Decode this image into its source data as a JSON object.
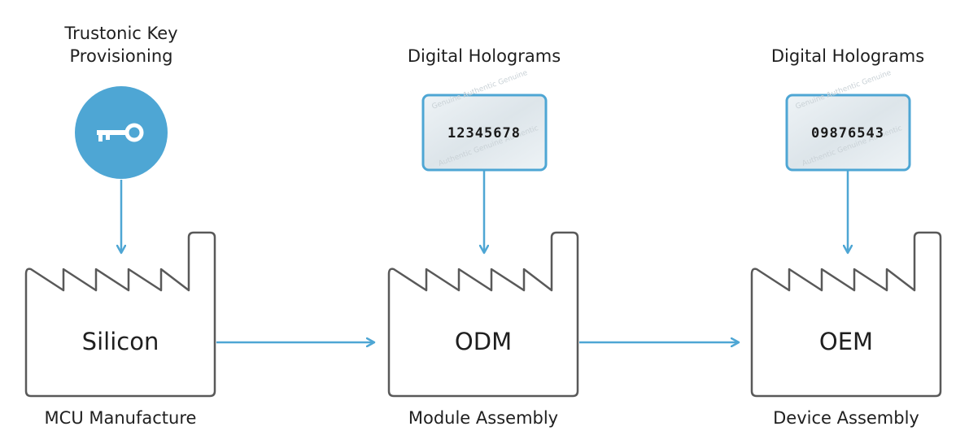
{
  "source": {
    "top_label_line1": "Trustonic Key",
    "top_label_line2": "Provisioning",
    "icon": "key-icon"
  },
  "stages": [
    {
      "name": "Silicon",
      "caption": "MCU Manufacture"
    },
    {
      "name": "ODM",
      "caption": "Module Assembly",
      "top_label": "Digital Holograms",
      "hologram_number": "12345678"
    },
    {
      "name": "OEM",
      "caption": "Device Assembly",
      "top_label": "Digital Holograms",
      "hologram_number": "09876543"
    }
  ],
  "colors": {
    "accent": "#4ea6d4",
    "outline": "#595959",
    "text": "#1f1f1f"
  }
}
